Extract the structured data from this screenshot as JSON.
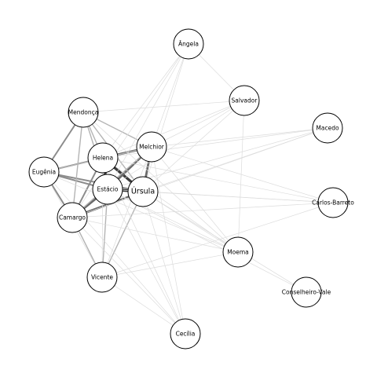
{
  "graph": {
    "nodes": [
      {
        "id": "angela",
        "label": "Ângela"
      },
      {
        "id": "salvador",
        "label": "Salvador"
      },
      {
        "id": "mendonca",
        "label": "Mendonça"
      },
      {
        "id": "macedo",
        "label": "Macedo"
      },
      {
        "id": "melchior",
        "label": "Melchior"
      },
      {
        "id": "helena",
        "label": "Helena"
      },
      {
        "id": "eugenia",
        "label": "Eugênia"
      },
      {
        "id": "estacio",
        "label": "Estácio"
      },
      {
        "id": "ursula",
        "label": "Úrsula"
      },
      {
        "id": "carlos",
        "label": "Carlos-Barreto"
      },
      {
        "id": "camargo",
        "label": "Camargo"
      },
      {
        "id": "moema",
        "label": "Moema"
      },
      {
        "id": "vicente",
        "label": "Vicente"
      },
      {
        "id": "conselheiro",
        "label": "Conselheiro-Vale"
      },
      {
        "id": "cecilia",
        "label": "Cecília"
      }
    ],
    "edges": [
      {
        "source": "helena",
        "target": "estacio",
        "weight": 5
      },
      {
        "source": "helena",
        "target": "ursula",
        "weight": 5
      },
      {
        "source": "estacio",
        "target": "ursula",
        "weight": 5
      },
      {
        "source": "estacio",
        "target": "melchior",
        "weight": 4
      },
      {
        "source": "helena",
        "target": "melchior",
        "weight": 4
      },
      {
        "source": "ursula",
        "target": "melchior",
        "weight": 4
      },
      {
        "source": "camargo",
        "target": "estacio",
        "weight": 4
      },
      {
        "source": "camargo",
        "target": "ursula",
        "weight": 4
      },
      {
        "source": "camargo",
        "target": "helena",
        "weight": 3
      },
      {
        "source": "eugenia",
        "target": "estacio",
        "weight": 3
      },
      {
        "source": "eugenia",
        "target": "helena",
        "weight": 3
      },
      {
        "source": "eugenia",
        "target": "ursula",
        "weight": 3
      },
      {
        "source": "eugenia",
        "target": "camargo",
        "weight": 3
      },
      {
        "source": "mendonca",
        "target": "eugenia",
        "weight": 3
      },
      {
        "source": "mendonca",
        "target": "camargo",
        "weight": 2
      },
      {
        "source": "mendonca",
        "target": "helena",
        "weight": 2
      },
      {
        "source": "mendonca",
        "target": "ursula",
        "weight": 2
      },
      {
        "source": "mendonca",
        "target": "melchior",
        "weight": 2
      },
      {
        "source": "mendonca",
        "target": "estacio",
        "weight": 2
      },
      {
        "source": "eugenia",
        "target": "melchior",
        "weight": 2
      },
      {
        "source": "camargo",
        "target": "melchior",
        "weight": 2
      },
      {
        "source": "camargo",
        "target": "vicente",
        "weight": 2
      },
      {
        "source": "vicente",
        "target": "estacio",
        "weight": 2
      },
      {
        "source": "vicente",
        "target": "ursula",
        "weight": 2
      },
      {
        "source": "vicente",
        "target": "helena",
        "weight": 1
      },
      {
        "source": "vicente",
        "target": "eugenia",
        "weight": 1
      },
      {
        "source": "vicente",
        "target": "melchior",
        "weight": 1
      },
      {
        "source": "salvador",
        "target": "melchior",
        "weight": 1
      },
      {
        "source": "salvador",
        "target": "ursula",
        "weight": 1
      },
      {
        "source": "salvador",
        "target": "estacio",
        "weight": 1
      },
      {
        "source": "salvador",
        "target": "helena",
        "weight": 1
      },
      {
        "source": "salvador",
        "target": "mendonca",
        "weight": 1
      },
      {
        "source": "angela",
        "target": "salvador",
        "weight": 1
      },
      {
        "source": "angela",
        "target": "ursula",
        "weight": 1
      },
      {
        "source": "angela",
        "target": "estacio",
        "weight": 1
      },
      {
        "source": "angela",
        "target": "melchior",
        "weight": 1
      },
      {
        "source": "angela",
        "target": "helena",
        "weight": 1
      },
      {
        "source": "angela",
        "target": "camargo",
        "weight": 1
      },
      {
        "source": "moema",
        "target": "ursula",
        "weight": 1
      },
      {
        "source": "moema",
        "target": "estacio",
        "weight": 1
      },
      {
        "source": "moema",
        "target": "melchior",
        "weight": 1
      },
      {
        "source": "moema",
        "target": "helena",
        "weight": 1
      },
      {
        "source": "moema",
        "target": "camargo",
        "weight": 1
      },
      {
        "source": "moema",
        "target": "eugenia",
        "weight": 1
      },
      {
        "source": "moema",
        "target": "salvador",
        "weight": 1
      },
      {
        "source": "moema",
        "target": "vicente",
        "weight": 1
      },
      {
        "source": "moema",
        "target": "mendonca",
        "weight": 1
      },
      {
        "source": "cecilia",
        "target": "ursula",
        "weight": 1
      },
      {
        "source": "cecilia",
        "target": "estacio",
        "weight": 1
      },
      {
        "source": "cecilia",
        "target": "camargo",
        "weight": 1
      },
      {
        "source": "cecilia",
        "target": "vicente",
        "weight": 1
      },
      {
        "source": "cecilia",
        "target": "helena",
        "weight": 1
      },
      {
        "source": "cecilia",
        "target": "melchior",
        "weight": 1
      },
      {
        "source": "cecilia",
        "target": "eugenia",
        "weight": 1
      },
      {
        "source": "macedo",
        "target": "ursula",
        "weight": 1
      },
      {
        "source": "macedo",
        "target": "estacio",
        "weight": 1
      },
      {
        "source": "macedo",
        "target": "melchior",
        "weight": 1
      },
      {
        "source": "macedo",
        "target": "camargo",
        "weight": 1
      },
      {
        "source": "macedo",
        "target": "helena",
        "weight": 1
      },
      {
        "source": "carlos",
        "target": "ursula",
        "weight": 1
      },
      {
        "source": "carlos",
        "target": "estacio",
        "weight": 1
      },
      {
        "source": "carlos",
        "target": "melchior",
        "weight": 1
      },
      {
        "source": "carlos",
        "target": "helena",
        "weight": 1
      },
      {
        "source": "carlos",
        "target": "camargo",
        "weight": 1
      },
      {
        "source": "carlos",
        "target": "vicente",
        "weight": 1
      },
      {
        "source": "conselheiro",
        "target": "ursula",
        "weight": 1
      },
      {
        "source": "conselheiro",
        "target": "estacio",
        "weight": 1
      }
    ]
  }
}
